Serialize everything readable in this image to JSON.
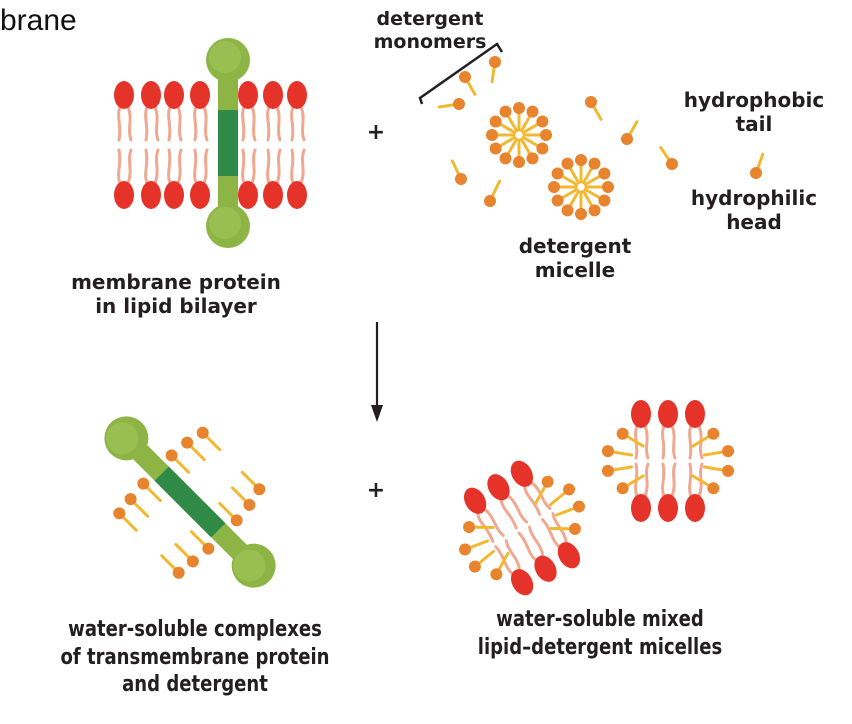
{
  "title_fragment": "brane",
  "labels": {
    "detergent_monomers": [
      "detergent",
      "monomers"
    ],
    "hydrophobic_tail": [
      "hydrophobic",
      "tail"
    ],
    "hydrophilic_head": [
      "hydrophilic",
      "head"
    ],
    "detergent_micelle": [
      "detergent",
      "micelle"
    ],
    "membrane_protein": [
      "membrane protein",
      "in lipid bilayer"
    ],
    "complexes": [
      "water-soluble complexes",
      "of transmembrane protein",
      "and detergent"
    ],
    "mixed_micelles": [
      "water-soluble mixed",
      "lipid–detergent micelles"
    ],
    "plus": "+"
  },
  "colors": {
    "lipid_head": "#e5332a",
    "lipid_tail": "#f0a890",
    "detergent_head": "#e8832e",
    "detergent_tail": "#f2b830",
    "protein_light": "#8db545",
    "protein_dark": "#2e8a45",
    "ink": "#231f20"
  }
}
